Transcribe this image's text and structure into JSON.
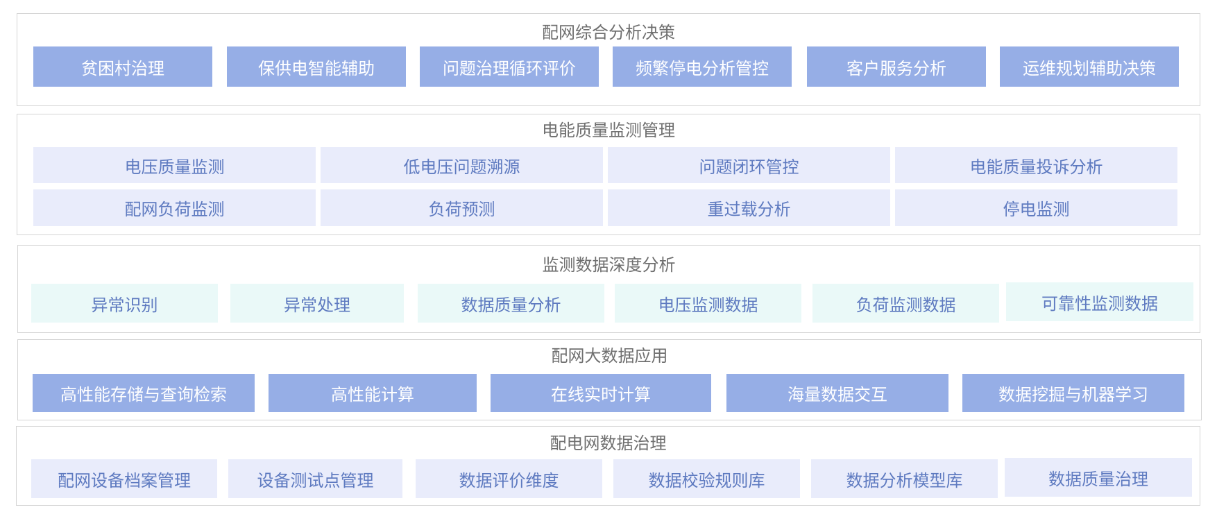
{
  "sections": [
    {
      "title": "配网综合分析决策",
      "items": [
        "贫困村治理",
        "保供电智能辅助",
        "问题治理循环评价",
        "频繁停电分析管控",
        "客户服务分析",
        "运维规划辅助决策"
      ]
    },
    {
      "title": "电能质量监测管理",
      "items": [
        "电压质量监测",
        "低电压问题溯源",
        "问题闭环管控",
        "电能质量投诉分析",
        "配网负荷监测",
        "负荷预测",
        "重过载分析",
        "停电监测"
      ]
    },
    {
      "title": "监测数据深度分析",
      "items": [
        "异常识别",
        "异常处理",
        "数据质量分析",
        "电压监测数据",
        "负荷监测数据",
        "可靠性监测数据"
      ]
    },
    {
      "title": "配网大数据应用",
      "items": [
        "高性能存储与查询检索",
        "高性能计算",
        "在线实时计算",
        "海量数据交互",
        "数据挖掘与机器学习"
      ]
    },
    {
      "title": "配电网数据治理",
      "items": [
        "配网设备档案管理",
        "设备测试点管理",
        "数据评价维度",
        "数据校验规则库",
        "数据分析模型库",
        "数据质量治理"
      ]
    }
  ],
  "colors": {
    "dark_box": "#96aee6",
    "light_box": "#e9ecfb",
    "mint_box": "#eaf9f8",
    "title_text": "#6f6f6f",
    "box_text": "#5e7ac0",
    "border": "#d4d4d4"
  }
}
